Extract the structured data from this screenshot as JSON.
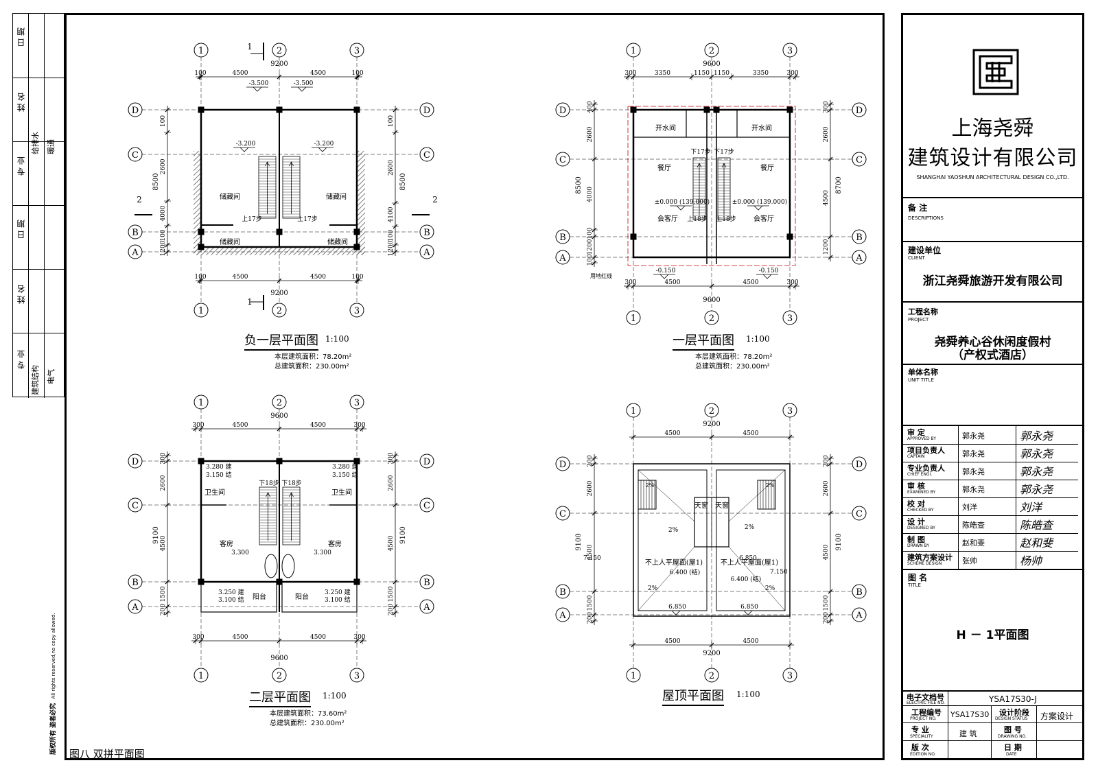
{
  "left_strip": {
    "col1": [
      "日 期",
      "姓 名",
      "专 业",
      "日 期",
      "姓 名",
      "专 业"
    ],
    "col2_top": [
      "给",
      "排",
      "水"
    ],
    "col3_top": [
      "暖",
      "通"
    ],
    "col2_bot": [
      "建",
      "筑",
      "结",
      "构"
    ],
    "col3_bot": [
      "电",
      "气"
    ],
    "rights_note": "版权所有 盗者必究",
    "rights_note_en": "All rights reserved,no copy allowed."
  },
  "caption": "图八 双拼平面图",
  "plans": [
    {
      "title": "负一层平面图",
      "scale": "1:100",
      "area1": "本层建筑面积：78.20m²",
      "area2": "总建筑面积：230.00m²",
      "top_total": "9200",
      "top_dims": [
        "100",
        "4500",
        "4500",
        "100"
      ],
      "bot_total": "9200",
      "bot_dims": [
        "100",
        "4500",
        "4500",
        "100"
      ],
      "left_dims": [
        "100",
        "2600",
        "4000",
        "100",
        "1200",
        "100"
      ],
      "right_total": "8500",
      "rooms": [
        "储藏间",
        "储藏间",
        "储藏间",
        "储藏间"
      ],
      "levels": [
        "-3.500",
        "-3.500",
        "-3.200",
        "-3.200"
      ],
      "stairs": [
        "上17步",
        "上17步"
      ],
      "section": [
        "1",
        "1",
        "2",
        "2"
      ]
    },
    {
      "title": "一层平面图",
      "scale": "1:100",
      "area1": "本层建筑面积：78.20m²",
      "area2": "总建筑面积：230.00m²",
      "top_total": "9600",
      "top_dims": [
        "300",
        "3350",
        "1150",
        "1150",
        "3350",
        "300"
      ],
      "bot_total": "9600",
      "bot_dims": [
        "300",
        "4500",
        "4500",
        "300"
      ],
      "left_dims": [
        "400",
        "2600",
        "4000",
        "100",
        "1200",
        "100"
      ],
      "right_total": "8700",
      "rooms": [
        "开水间",
        "开水间",
        "餐厅",
        "餐厅",
        "会客厅",
        "会客厅"
      ],
      "levels": [
        "±0.000 (139.000)",
        "±0.000 (139.000)",
        "-0.150",
        "-0.150"
      ],
      "stairs": [
        "下17步",
        "下17步",
        "上18步",
        "上18步"
      ],
      "note": "用地红线"
    },
    {
      "title": "二层平面图",
      "scale": "1:100",
      "area1": "本层建筑面积：73.60m²",
      "area2": "总建筑面积：230.00m²",
      "top_total": "9600",
      "top_dims": [
        "300",
        "4500",
        "4500",
        "300"
      ],
      "bot_total": "9600",
      "bot_dims": [
        "300",
        "4500",
        "4500",
        "300"
      ],
      "left_dims": [
        "300",
        "2600",
        "4500",
        "1500",
        "200"
      ],
      "right_total": "9100",
      "rooms": [
        "卫生间",
        "卫生间",
        "客房",
        "客房",
        "阳台",
        "阳台"
      ],
      "levels": [
        "3.280 建",
        "3.150 结",
        "3.280 建",
        "3.150 结",
        "3.300",
        "3.300",
        "3.250 建",
        "3.100 结",
        "3.250 建",
        "3.100 结"
      ],
      "stairs": [
        "下18步",
        "下18步"
      ]
    },
    {
      "title": "屋顶平面图",
      "scale": "1:100",
      "area1": "",
      "area2": "",
      "top_total": "9200",
      "top_dims": [
        "4500",
        "4500"
      ],
      "bot_total": "9200",
      "bot_dims": [
        "4500",
        "4500"
      ],
      "left_dims": [
        "200",
        "2600",
        "4500",
        "1500",
        "200"
      ],
      "right_total": "9100",
      "rooms": [
        "天窗",
        "天窗",
        "不上人平屋面(屋1)",
        "不上人平屋面(屋1)"
      ],
      "levels": [
        "7.150",
        "7.150",
        "6.400 (结)",
        "6.400 (结)",
        "6.850",
        "6.850",
        "6.850"
      ],
      "slopes": [
        "2%",
        "2%",
        "2%",
        "2%",
        "2%",
        "2%"
      ]
    }
  ],
  "title_block": {
    "company_cn_1": "上海尧舜",
    "company_cn_2": "建筑设计有限公司",
    "company_en": "SHANGHAI YAOSHUN ARCHITECTURAL DESIGN CO.,LTD.",
    "remarks_label": "备 注",
    "remarks_en": "DESCRIPTIONS",
    "client_label": "建设单位",
    "client_en": "CLIENT",
    "client": "浙江尧舜旅游开发有限公司",
    "project_label": "工程名称",
    "project_en": "PROJECT",
    "project_1": "尧舜养心谷休闲度假村",
    "project_2": "（产权式酒店）",
    "unit_label": "单体名称",
    "unit_en": "UNIT TITLE",
    "roles": [
      {
        "cn": "审 定",
        "en": "APPROVED BY",
        "name": "郭永尧",
        "sig": "郭永尧"
      },
      {
        "cn": "项目负责人",
        "en": "CAPTAIN",
        "name": "郭永尧",
        "sig": "郭永尧"
      },
      {
        "cn": "专业负责人",
        "en": "CHIEF ENGI.",
        "name": "郭永尧",
        "sig": "郭永尧"
      },
      {
        "cn": "审 核",
        "en": "EXAMINED BY",
        "name": "郭永尧",
        "sig": "郭永尧"
      },
      {
        "cn": "校 对",
        "en": "CHECKED BY",
        "name": "刘洋",
        "sig": "刘洋"
      },
      {
        "cn": "设 计",
        "en": "DESIGNED BY",
        "name": "陈皓查",
        "sig": "陈皓查"
      },
      {
        "cn": "制 图",
        "en": "DRAWN BY",
        "name": "赵和斐",
        "sig": "赵和斐"
      },
      {
        "cn": "建筑方案设计",
        "en": "SCHEME DESIGN",
        "name": "张帅",
        "sig": "杨帅"
      }
    ],
    "drawing_label": "图 名",
    "drawing_en": "TITLE",
    "drawing_title": "H － 1平面图",
    "efile_label": "电子文档号",
    "efile_en": "ELECTRIC FILE NO.",
    "efile": "YSA17S30-J",
    "proj_no_label": "工程编号",
    "proj_no_en": "PROJECT NO.",
    "proj_no": "YSA17S30",
    "stage_label": "设计阶段",
    "stage_en": "DESIGN STATUS",
    "stage": "方案设计",
    "spec_label": "专 业",
    "spec_en": "SPECIALITY",
    "spec": "建 筑",
    "dwg_no_label": "图 号",
    "dwg_no_en": "DRAWING NO.",
    "edition_label": "版 次",
    "edition_en": "EDITION NO.",
    "date_label": "日 期",
    "date_en": "DATE"
  }
}
